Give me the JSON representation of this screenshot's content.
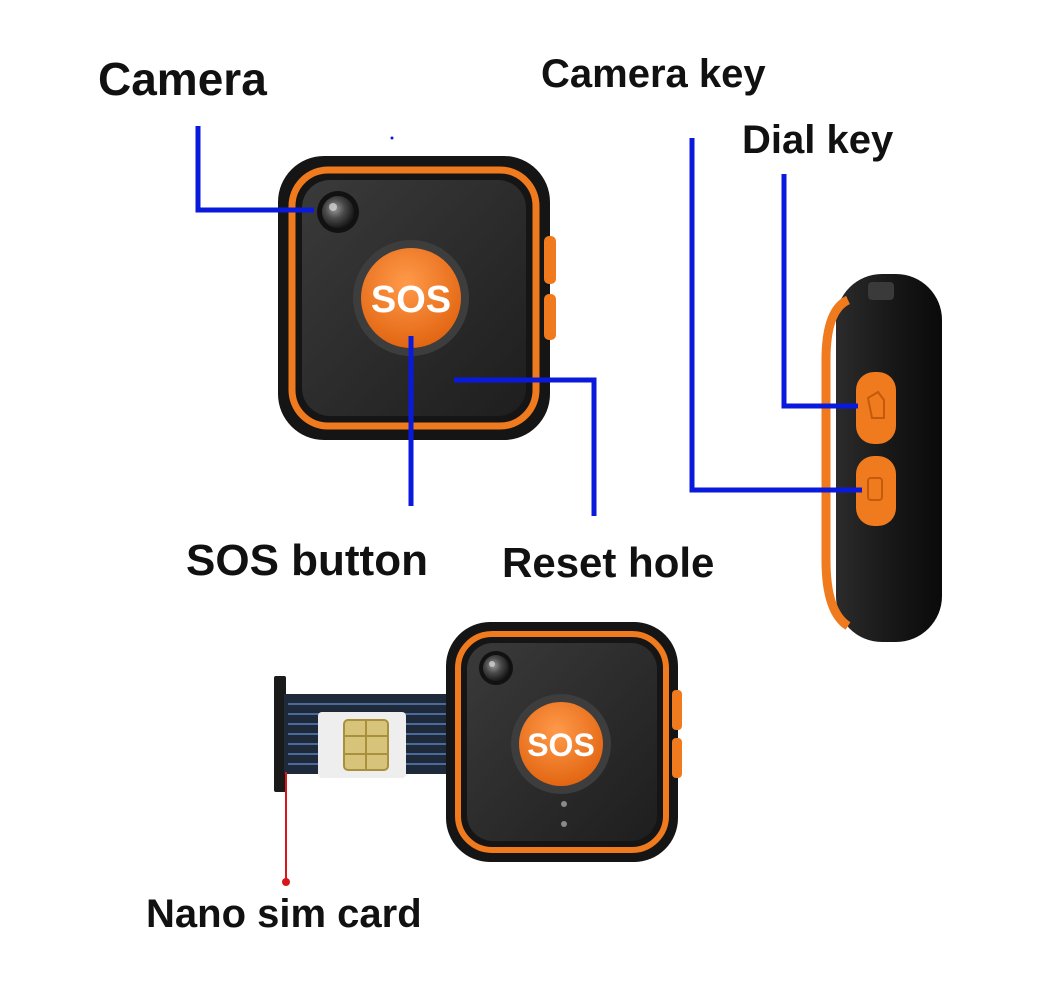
{
  "labels": {
    "camera": "Camera",
    "camera_key": "Camera key",
    "dial_key": "Dial key",
    "sos_button": "SOS button",
    "reset_hole": "Reset hole",
    "nano_sim": "Nano sim card"
  },
  "device": {
    "sos_text": "SOS"
  },
  "colors": {
    "body": "#1c1c1c",
    "accent": "#f07a1e",
    "callout": "#0a1adc",
    "sim_pointer": "#d81818"
  }
}
